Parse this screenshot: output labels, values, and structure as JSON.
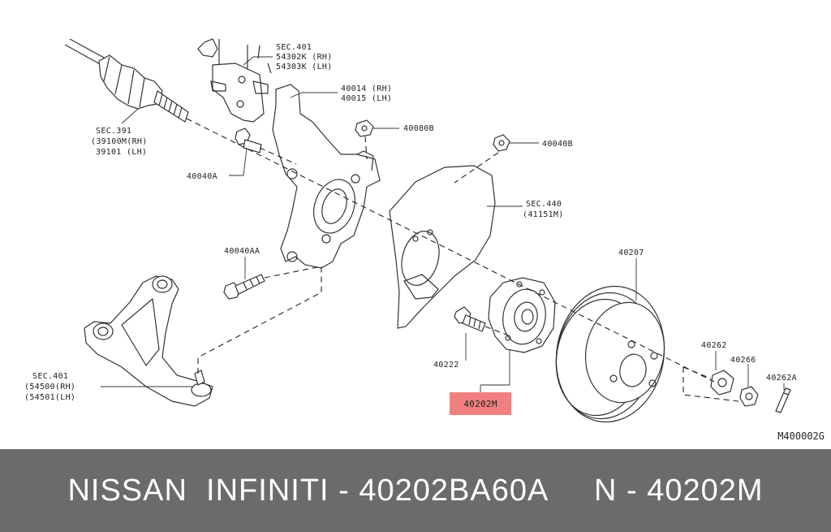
{
  "diagram": {
    "labels": {
      "sec401_top": "SEC.401",
      "p54302k": "54302K (RH)",
      "p54303k": "54303K (LH)",
      "p40014": "40014 (RH)",
      "p40015": "40015 (LH)",
      "sec391": "SEC.391",
      "p39100m": "(39100M(RH)",
      "p39101": "39101  (LH)",
      "p40080b": "40080B",
      "p40040b": "40040B",
      "p40040a": "40040A",
      "sec440": "SEC.440",
      "p41151m": "(41151M)",
      "p40040aa": "40040AA",
      "p40207": "40207",
      "p40262": "40262",
      "p40266": "40266",
      "p40262a": "40262A",
      "p40222": "40222",
      "sec401_bottom": "SEC.401",
      "p54500": "(54500(RH)",
      "p54501": "(54501(LH)"
    },
    "highlighted_part": "40202M",
    "diagram_code": "M400002G"
  },
  "footer": {
    "text": "NISSAN  INFINITI - 40202BA60A     N - 40202M"
  },
  "colors": {
    "footer_bg": "#6b6b6b",
    "highlight_bg": "#f08080"
  }
}
